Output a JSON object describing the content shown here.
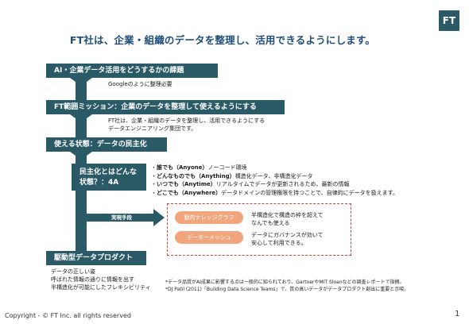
{
  "title": "FT社は、企業・組織のデータを整理し、活用できるようにします。",
  "logo": "FT",
  "steps": [
    {
      "label": "AI・企業データ活用をどうするかの課題",
      "desc": [
        "Googleのように整理必要"
      ]
    },
    {
      "label": "FT範囲ミッション：企業のデータを整理して使えるようにする",
      "desc": [
        "FT社は、企業・組織のデータを整理し、活用できるようにする",
        "データエンジニアリング集団です。"
      ]
    },
    {
      "label": "使える状態：データの民主化",
      "desc": []
    }
  ],
  "democratization": {
    "box_line1": "民主化とはどんな",
    "box_line2": "状態？：4A",
    "items": [
      {
        "bullet": "・",
        "key": "誰でも（Anyone）",
        "text": "ノーコード環境"
      },
      {
        "bullet": "・",
        "key": "どんなものでも（Anything）",
        "text": "構造化データ、非構造化データ"
      },
      {
        "bullet": "・",
        "key": "いつでも（Anytime）",
        "text": "リアルタイムでデータが更新されるため、最新の情報"
      },
      {
        "bullet": "・",
        "key": "どこでも（Anywhere）",
        "text": "データドメインの管理権限を持つことで、自律的にデータを扱えます。"
      }
    ]
  },
  "means": {
    "label": "実現手段",
    "items": [
      {
        "pill": "動的ナレッジグラフ",
        "desc": [
          "半構造化で構造の枠を超えて",
          "なんでも使える"
        ]
      },
      {
        "pill": "データーメッシュ",
        "desc": [
          "データにガバナンスが効いて",
          "安心して利用できる。"
        ]
      }
    ]
  },
  "final": {
    "label": "駆動型データプロダクト",
    "desc": [
      "データの正しい姿",
      "呼ばれた情報の通りに情報を出す",
      "半構造化が可能にしたフレキシビリティ"
    ]
  },
  "notes": [
    "*データ品質がAI成果に影響する点は一般的に知られており、GartnerやMIT Sloanなどの調査レポートで指摘。",
    "*DJ Patil (2011)「Building Data Science Teams」で、質の高いデータがデータプロダクト創出に重要と示唆。"
  ],
  "footer": "Copyright - © FT Inc. all rights reserved",
  "page_number": "1",
  "colors": {
    "primary": "#2b5a67",
    "title": "#1f4e79",
    "pill": "#f1a67e",
    "dashed_border": "#c24a3a"
  }
}
